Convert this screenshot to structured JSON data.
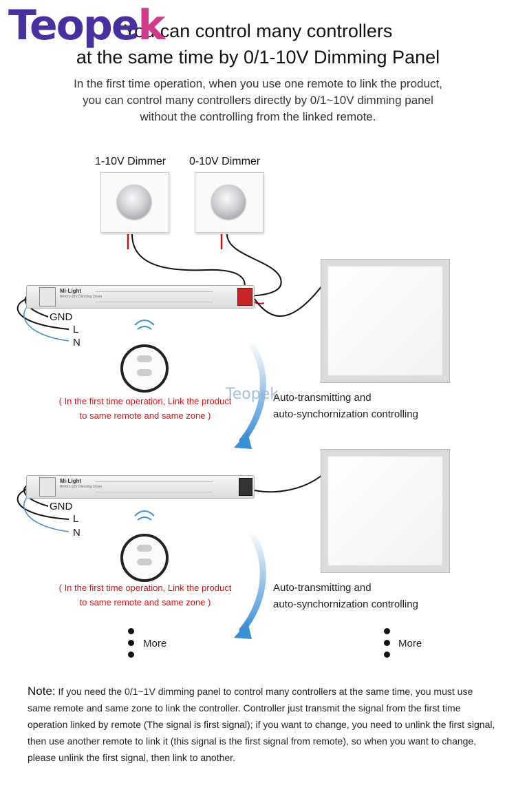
{
  "logo": {
    "text_main": "Teope",
    "text_accent": "k"
  },
  "title": {
    "line1": "You can control many controllers",
    "line2": "at the same time by 0/1-10V Dimming Panel"
  },
  "intro": {
    "line1": "In the first time operation, when you use one remote to link the product,",
    "line2": "you can control many controllers directly by 0/1~10V dimming panel",
    "line3": "without the controlling from the linked remote."
  },
  "dimmers": [
    {
      "label": "1-10V Dimmer"
    },
    {
      "label": "0-10V Dimmer"
    }
  ],
  "driver": {
    "brand": "Mi·Light",
    "model": "RF/0/1-10V Dimming Driver"
  },
  "terminals": {
    "gnd": "GND",
    "l": "L",
    "n": "N"
  },
  "remote_note": {
    "line1": "( In the first time operation, Link the product",
    "line2": "to same remote and same zone )"
  },
  "auto_text": {
    "line1": "Auto-transmitting and",
    "line2": "auto-synchornization controlling"
  },
  "watermark": "Teopek",
  "more_label": "More",
  "note": {
    "label": "Note:",
    "text": "If you need the 0/1~1V dimming panel to control many controllers at the same time, you must use same remote and same zone to link the controller. Controller just transmit the signal from the first time operation linked by remote (The signal is first signal); if you want to change, you need to unlink the first signal, then use another remote to link it  (this signal is the first signal from remote), so when you want to change, please unlink the first signal, then link to another."
  },
  "colors": {
    "logo": "#4a2fa0",
    "logo_accent": "#d23a8c",
    "red_text": "#dd1111",
    "arrow": "#3b8fd6",
    "wire_red": "#cc1111"
  }
}
